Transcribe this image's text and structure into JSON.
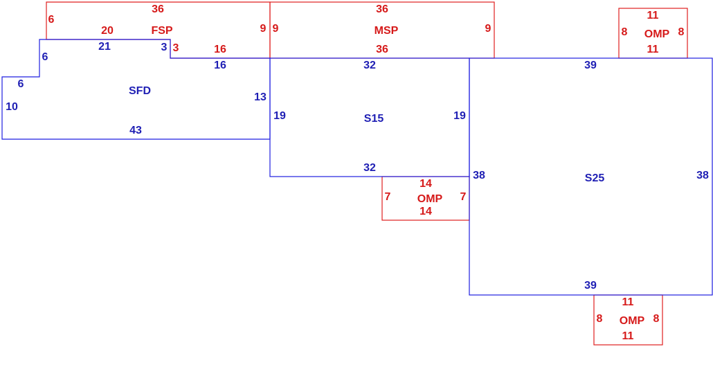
{
  "colors": {
    "living": "#1f1fb4",
    "porch": "#d61a1a"
  },
  "areas": {
    "fsp": {
      "name": "FSP",
      "dims": [
        "36",
        "20",
        "6",
        "9",
        "3",
        "16"
      ]
    },
    "msp": {
      "name": "MSP",
      "dims": [
        "36",
        "9",
        "9",
        "36"
      ]
    },
    "omp_top": {
      "name": "OMP",
      "dims": [
        "11",
        "8",
        "8",
        "11"
      ]
    },
    "sfd": {
      "name": "SFD",
      "dims": [
        "21",
        "6",
        "3",
        "16",
        "6",
        "10",
        "13",
        "43"
      ]
    },
    "s15": {
      "name": "S15",
      "dims": [
        "32",
        "19",
        "19",
        "32"
      ]
    },
    "s25": {
      "name": "S25",
      "dims": [
        "39",
        "38",
        "38",
        "39"
      ]
    },
    "omp_mid": {
      "name": "OMP",
      "dims": [
        "14",
        "7",
        "7",
        "14"
      ]
    },
    "omp_bottom": {
      "name": "OMP",
      "dims": [
        "11",
        "8",
        "8",
        "11"
      ]
    }
  }
}
